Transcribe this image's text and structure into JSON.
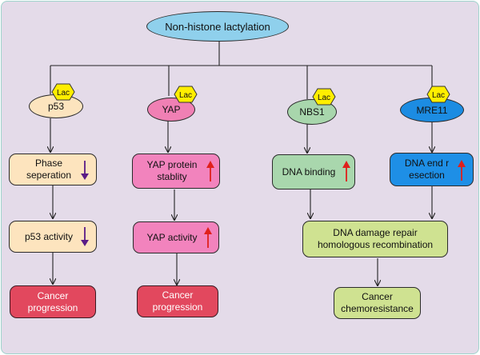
{
  "colors": {
    "background": "#e4dbe9",
    "top_node": "#8fd0ec",
    "p53": "#fce4be",
    "yap": "#f080b4",
    "nbs1": "#a8d6ac",
    "mre11": "#1c8ce2",
    "cream_box": "#fde4be",
    "pink_box": "#f283bd",
    "green_box": "#a9d7ad",
    "blue_box": "#1e8fe6",
    "lime_box": "#cfe291",
    "cancer_box": "#e2485e",
    "lac_badge": "#ffee00",
    "arrow_down": "#5a1b86",
    "arrow_up": "#e0201c"
  },
  "diagram": {
    "root": "Non-histone lactylation",
    "lac_badge": "Lac",
    "proteins": [
      {
        "id": "p53",
        "label": "p53"
      },
      {
        "id": "yap",
        "label": "YAP"
      },
      {
        "id": "nbs1",
        "label": "NBS1"
      },
      {
        "id": "mre11",
        "label": "MRE11"
      }
    ],
    "p53_branch": {
      "step1": {
        "lines": [
          "Phase",
          "seperation"
        ],
        "trend": "down"
      },
      "step2": {
        "lines": [
          "p53 activity"
        ],
        "trend": "down"
      },
      "outcome": {
        "lines": [
          "Cancer",
          "progression"
        ]
      }
    },
    "yap_branch": {
      "step1": {
        "lines": [
          "YAP protein",
          "stablity"
        ],
        "trend": "up"
      },
      "step2": {
        "lines": [
          "YAP activity"
        ],
        "trend": "up"
      },
      "outcome": {
        "lines": [
          "Cancer",
          "progression"
        ]
      }
    },
    "nbs1_step": {
      "lines": [
        "DNA binding"
      ],
      "trend": "up"
    },
    "mre11_step": {
      "lines": [
        "DNA end r",
        "esection"
      ],
      "trend": "up"
    },
    "repair": {
      "lines": [
        "DNA damage repair",
        "homologous recombination"
      ]
    },
    "resistance": {
      "lines": [
        "Cancer",
        "chemoresistance"
      ]
    }
  }
}
